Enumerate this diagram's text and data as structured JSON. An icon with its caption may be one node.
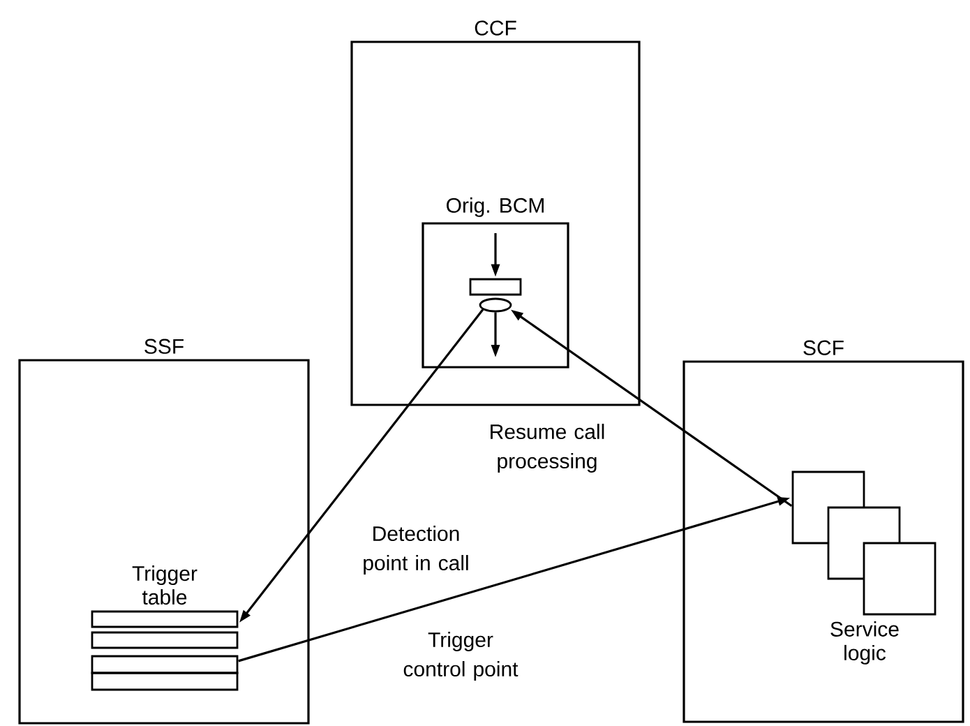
{
  "diagram": {
    "nodes": [
      {
        "text": [
          "CCF"
        ]
      },
      {
        "text": [
          "Orig. BCM"
        ],
        "in": 0
      },
      {
        "text": [],
        "shape": "bar",
        "in": 1
      },
      {
        "text": [],
        "shape": "ellipse",
        "in": 1
      },
      {
        "text": [
          "SSF"
        ]
      },
      {
        "text": [
          "Trigger table"
        ],
        "in": 4
      },
      {
        "text": [
          "SCF"
        ]
      },
      {
        "text": [
          "Service logic"
        ],
        "in": 6
      }
    ],
    "edges": [
      {
        "from": null,
        "to": 2,
        "arrow": "to"
      },
      {
        "from": 3,
        "to": null,
        "arrow": "to"
      },
      {
        "from": 3,
        "to": 5,
        "arrow": "to",
        "label": "Detection point in call"
      },
      {
        "from": 7,
        "to": 3,
        "arrow": "to",
        "label": "Resume call processing"
      },
      {
        "from": 5,
        "to": 7,
        "arrow": "to",
        "label": "Trigger control point"
      }
    ]
  }
}
